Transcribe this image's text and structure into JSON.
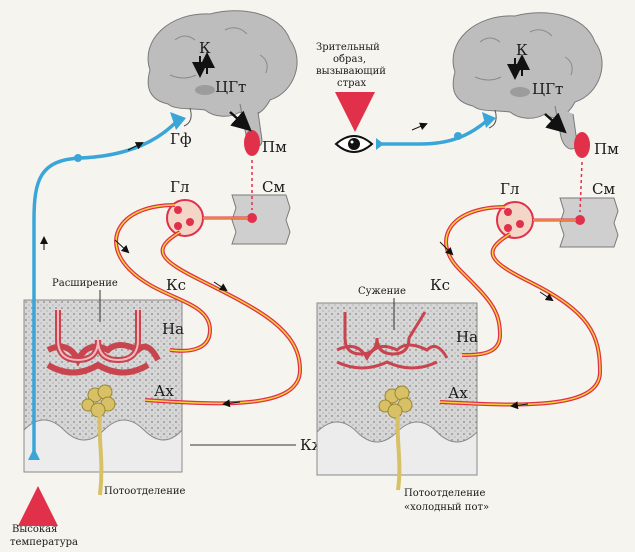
{
  "labels": {
    "k": "К",
    "cgt": "ЦГт",
    "gf": "Гф",
    "pm": "Пм",
    "sm": "См",
    "gl": "Гл",
    "ks": "Кс",
    "na": "На",
    "ax": "Ах",
    "kzh": "Кж",
    "expansion": "Расширение",
    "narrowing": "Сужение",
    "sweating": "Потоотделение",
    "cold_sweat": "«холодный пот»",
    "visual_stimulus": [
      "Зрительный",
      "образ,",
      "вызывающий",
      "страх"
    ],
    "high_temp": [
      "Высокая",
      "температура"
    ]
  },
  "colors": {
    "nerve_blue": "#3aa6d8",
    "nerve_red": "#e0304a",
    "nerve_yellow": "#f3d23a",
    "vessel": "#c8454f",
    "gland": "#d8c067",
    "tissue": "#cfcfcf",
    "brain": "#bdbdbd"
  }
}
